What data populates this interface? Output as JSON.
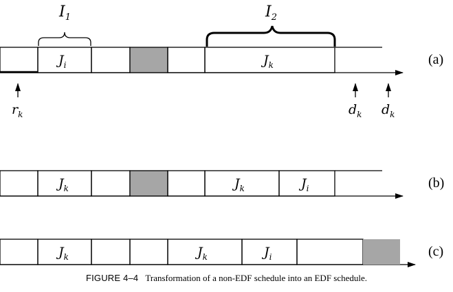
{
  "rows": [
    {
      "id": "a",
      "label": "(a)",
      "jobs": [
        {
          "name": "J",
          "sub": "i"
        },
        {
          "name": "J",
          "sub": "k"
        }
      ],
      "brackets": [
        {
          "name": "I",
          "sub": "1"
        },
        {
          "name": "I",
          "sub": "2"
        }
      ],
      "markers": [
        {
          "name": "r",
          "sub": "k"
        },
        {
          "name": "d",
          "sub": "k"
        },
        {
          "name": "d",
          "sub": "k"
        }
      ]
    },
    {
      "id": "b",
      "label": "(b)",
      "jobs": [
        {
          "name": "J",
          "sub": "k"
        },
        {
          "name": "J",
          "sub": "k"
        },
        {
          "name": "J",
          "sub": "i"
        }
      ]
    },
    {
      "id": "c",
      "label": "(c)",
      "jobs": [
        {
          "name": "J",
          "sub": "k"
        },
        {
          "name": "J",
          "sub": "k"
        },
        {
          "name": "J",
          "sub": "i"
        }
      ]
    }
  ],
  "caption": {
    "number": "FIGURE 4–4",
    "text": "Transformation of a non-EDF schedule into an EDF schedule."
  },
  "colors": {
    "idle": "#a6a6a6",
    "line": "#000000"
  }
}
